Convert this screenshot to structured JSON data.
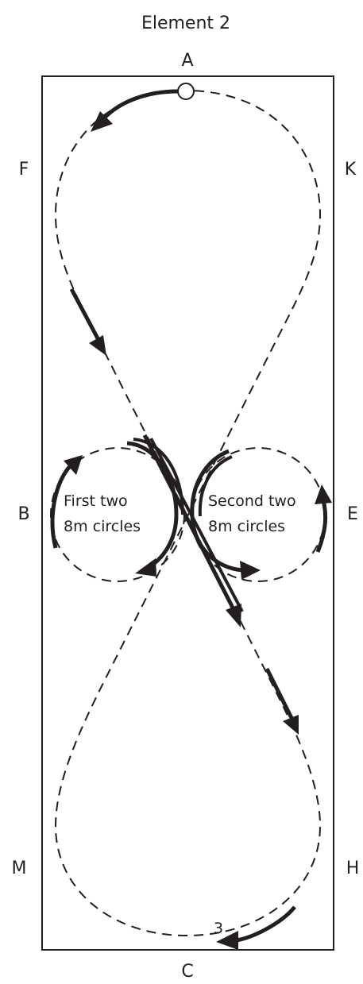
{
  "title": "Element 2",
  "letters": {
    "top": "A",
    "left_upper": "F",
    "right_upper": "K",
    "left_middle": "B",
    "right_middle": "E",
    "left_lower": "M",
    "right_lower": "H",
    "bottom": "C"
  },
  "circles": {
    "first": {
      "line1": "First two",
      "line2": "8m circles"
    },
    "second": {
      "line1": "Second two",
      "line2": "8m circles"
    }
  },
  "marker_number": "3",
  "colors": {
    "ink": "#231f20",
    "background": "#ffffff"
  }
}
